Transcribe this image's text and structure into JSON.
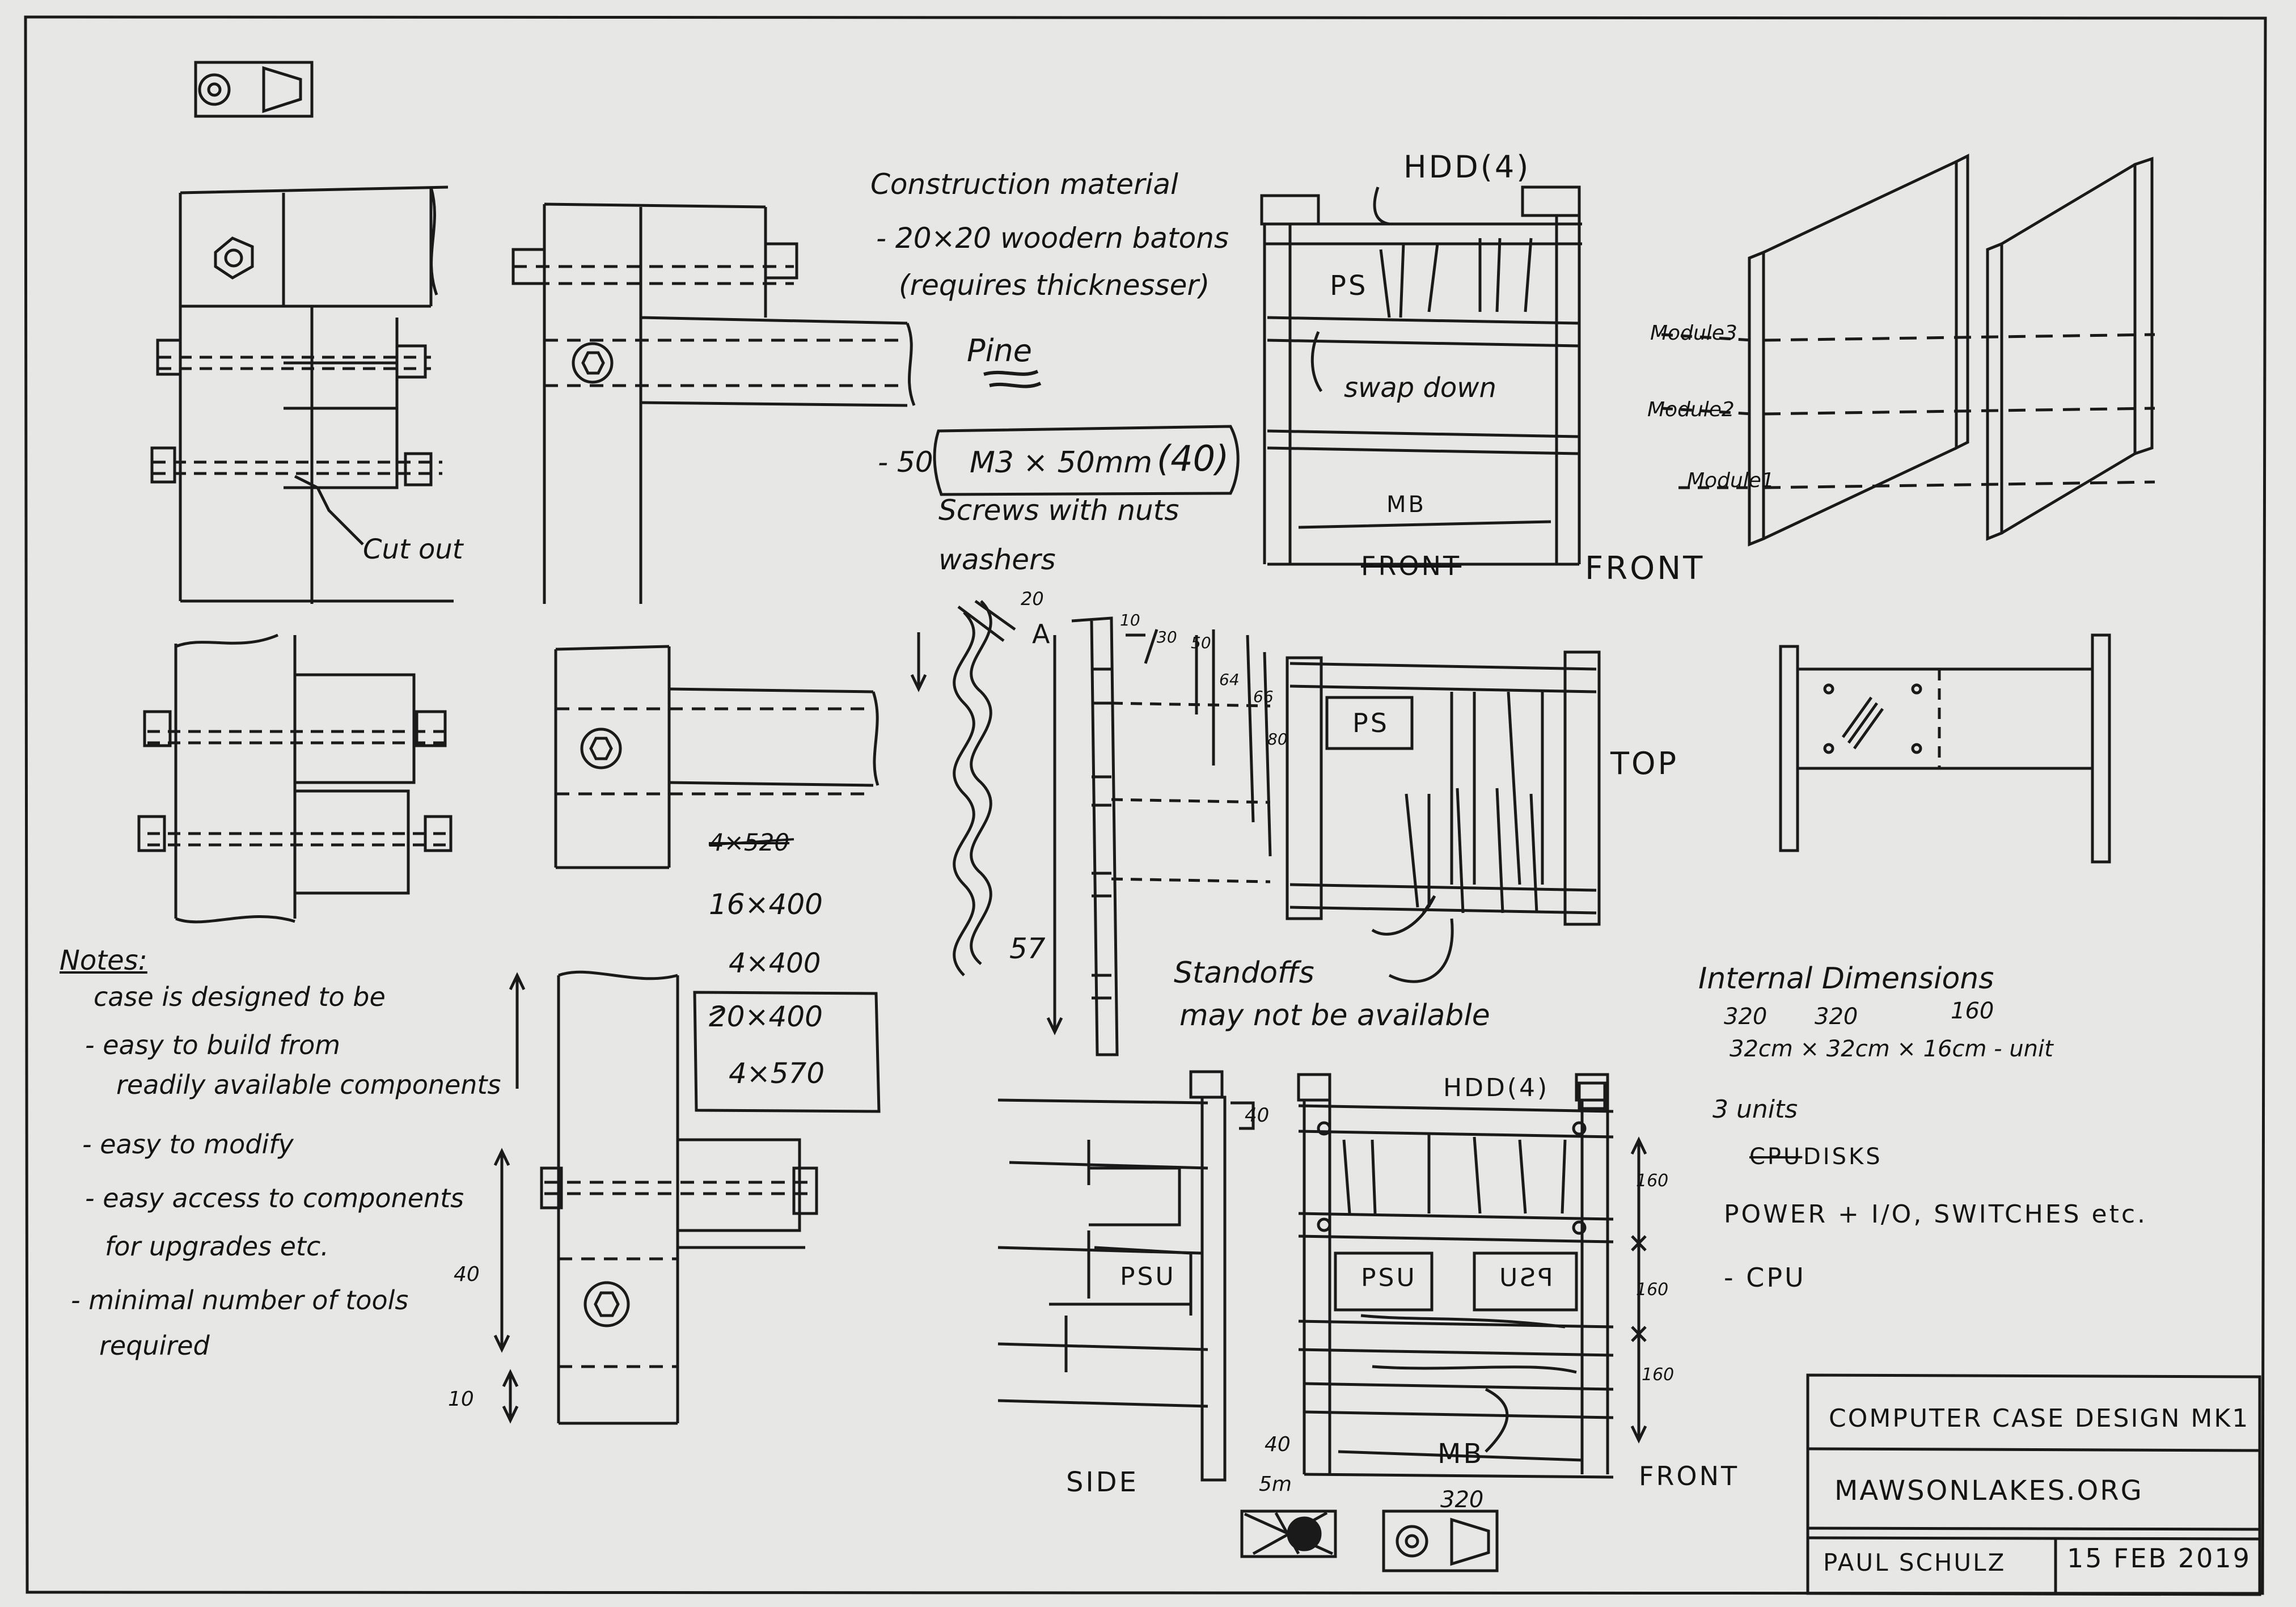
{
  "material": {
    "heading": "Construction material",
    "battens": "- 20×20 woodern batons",
    "battens_note": "(requires thicknesser)",
    "wood": "Pine",
    "screw_prefix": "- 50",
    "screw_spec": "M3 × 50mm",
    "screw_qty": "(40)",
    "screws_nuts": "Screws with nuts",
    "washers": "washers"
  },
  "labels": {
    "cut_out": "Cut out",
    "hdd_top": "HDD(4)",
    "ps": "PS",
    "swap_down": "swap down",
    "mb": "MB",
    "front_struck": "FRONT",
    "front": "FRONT",
    "module3": "Module3",
    "module2": "Module2",
    "module1": "Module1",
    "top": "TOP",
    "ps_top": "PS",
    "standoffs": "Standoffs",
    "may_not": "may not be available",
    "hdd_side": "HDD(4)",
    "psu_left": "PSU",
    "psu_mid": "PSU",
    "psu_mirror": "PSU",
    "mb_bottom": "MB",
    "side": "SIDE",
    "front_bottom": "FRONT",
    "dim_320_bottom": "320",
    "dim_5mm": "5m",
    "dim_40_bottom": "40",
    "dim_40_side": "40"
  },
  "cut_list": {
    "struck": "4×520",
    "line1": "16×400",
    "line2": "4×400",
    "box1": "20×400",
    "box2": "4×570"
  },
  "ruler": {
    "a": "A",
    "d20": "20",
    "d10": "10",
    "d30": "30",
    "d50": "50",
    "d64": "64",
    "d66": "66",
    "d80": "80",
    "d57": "57"
  },
  "notes": {
    "title": "Notes:",
    "l1": "case is designed to be",
    "l2": "- easy to build from",
    "l3": "readily available components",
    "l4": "- easy to modify",
    "l5": "- easy access to components",
    "l6": "for upgrades etc.",
    "l7": "- minimal number of tools",
    "l8": "required"
  },
  "left_dims": {
    "d40": "40",
    "d10": "10"
  },
  "internal": {
    "title": "Internal Dimensions",
    "w": "320",
    "d": "320",
    "h": "160",
    "line": "32cm × 32cm × 16cm - unit"
  },
  "units": {
    "title": "3 units",
    "u1_struck": "CPU",
    "u1": "DISKS",
    "u2": "POWER + I/O, SWITCHES etc.",
    "u3": "- CPU"
  },
  "side_dims": {
    "d160a": "160",
    "d160b": "160",
    "d160c": "160"
  },
  "title_block": {
    "title": "COMPUTER CASE DESIGN MK1",
    "site": "MAWSONLAKES.ORG",
    "author": "PAUL SCHULZ",
    "date": "15 FEB 2019"
  }
}
